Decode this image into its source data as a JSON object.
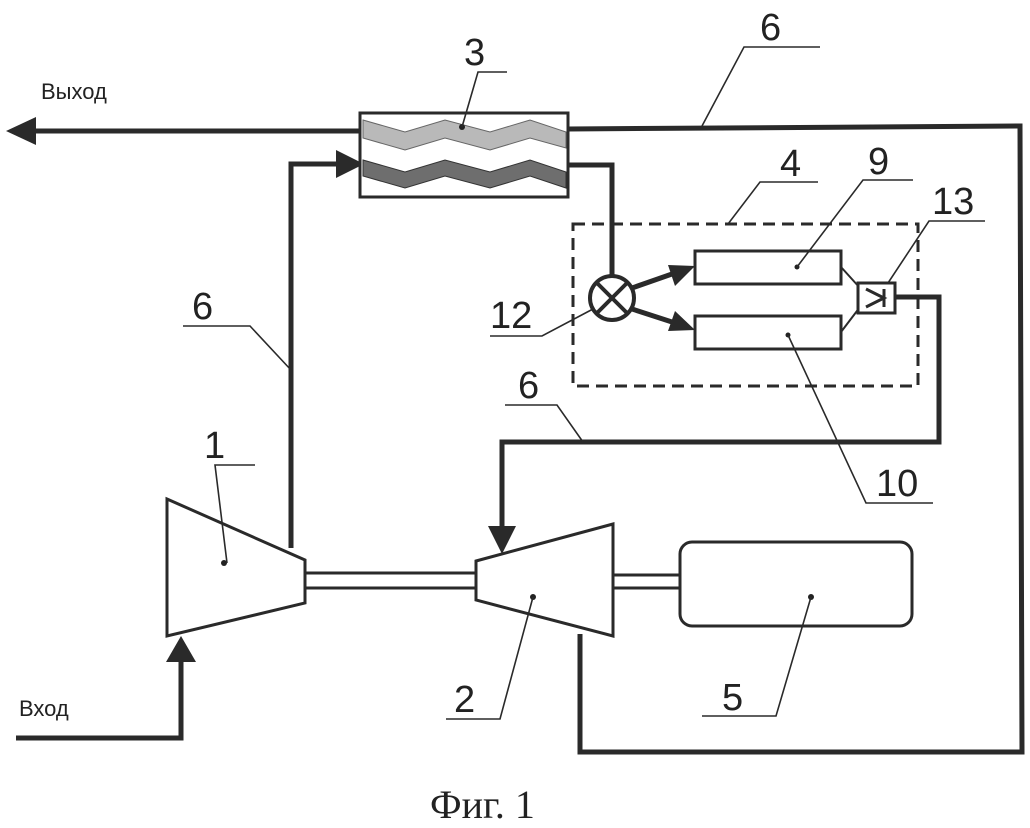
{
  "io": {
    "output": "Выход",
    "input": "Вход"
  },
  "labels": {
    "n1": "1",
    "n2": "2",
    "n3": "3",
    "n4": "4",
    "n5": "5",
    "n6_top": "6",
    "n6_left": "6",
    "n6_mid": "6",
    "n9": "9",
    "n10": "10",
    "n12": "12",
    "n13": "13"
  },
  "caption": "Фиг. 1",
  "colors": {
    "ink": "#2a2a2a",
    "hx_light": "#b9b9b9",
    "hx_dark": "#6e6e6e"
  }
}
